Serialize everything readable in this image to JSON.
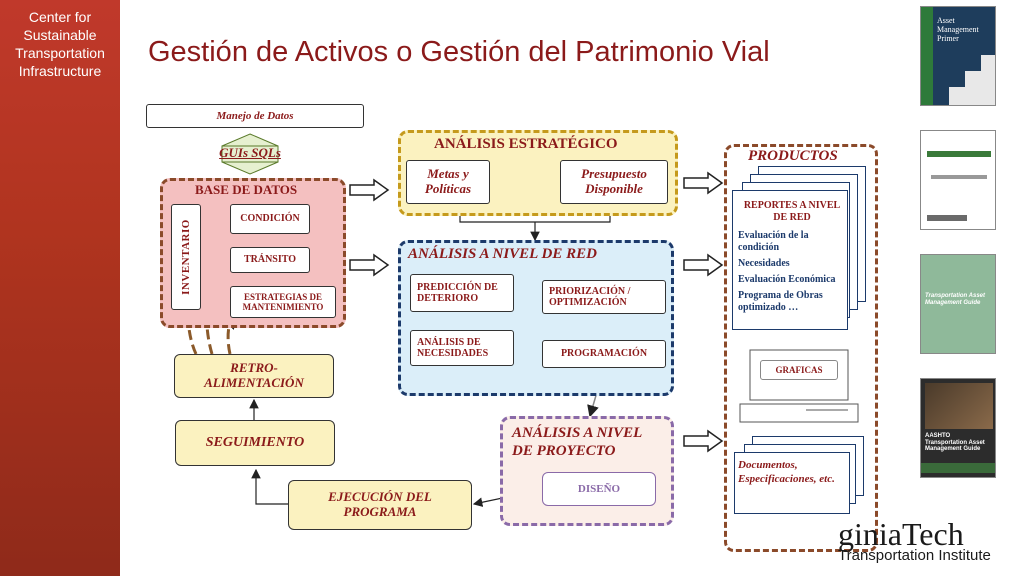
{
  "sidebar": {
    "lines": [
      "Center for",
      "Sustainable",
      "Transportation",
      "Infrastructure"
    ]
  },
  "title": "Gestión de Activos o Gestión del Patrimonio Vial",
  "manejo": "Manejo de Datos",
  "guis": "GUIs  SQLs",
  "base": {
    "title": "BASE DE DATOS",
    "inventario": "INVENTARIO",
    "condicion": "CONDICIÓN",
    "transito": "TRÁNSITO",
    "estrategias": "ESTRATEGIAS DE MANTENIMIENTO"
  },
  "retro": "RETRO-ALIMENTACIÓN",
  "seguimiento": "SEGUIMIENTO",
  "ejecucion": "EJECUCIÓN DEL PROGRAMA",
  "estrategico": {
    "title": "ANÁLISIS ESTRATÉGICO",
    "metas": "Metas y Políticas",
    "presupuesto": "Presupuesto Disponible"
  },
  "red": {
    "title": "ANÁLISIS A NIVEL DE RED",
    "prediccion": "PREDICCIÓN DE DETERIORO",
    "priorizacion": "PRIORIZACIÓN / OPTIMIZACIÓN",
    "necesidades": "ANÁLISIS DE NECESIDADES",
    "programacion": "PROGRAMACIÓN"
  },
  "proyecto": {
    "title": "ANÁLISIS A NIVEL DE PROYECTO",
    "diseno": "DISEÑO"
  },
  "productos": {
    "title": "PRODUCTOS",
    "reportes": "REPORTES A NIVEL DE RED",
    "items": [
      "Evaluación de la condición",
      "Necesidades",
      "Evaluación Económica",
      "Programa de Obras optimizado …"
    ],
    "graficas": "GRAFICAS",
    "documentos": "Documentos, Especificaciones, etc."
  },
  "thumbs": {
    "t1": "Asset Management Primer",
    "t3": "Transportation Asset Management Guide",
    "t4": "AASHTO Transportation Asset Management Guide"
  },
  "footer": {
    "vt": "giniaTech",
    "vti": "Transportation Institute"
  },
  "colors": {
    "sidebar": "#b0341f",
    "title": "#8b1a1a",
    "navy": "#1c3a6b"
  }
}
